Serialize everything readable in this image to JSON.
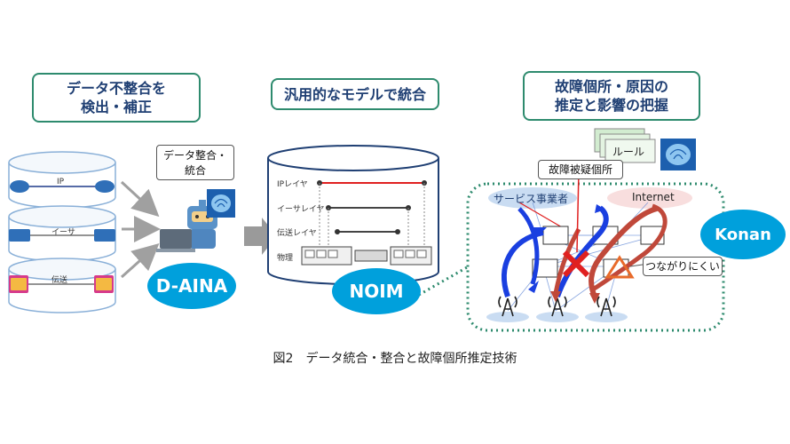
{
  "left": {
    "title_line1": "データ不整合を",
    "title_line2": "検出・補正",
    "layers": [
      "IP",
      "イーサ",
      "伝送"
    ],
    "note_line1": "データ整合・",
    "note_line2": "統合",
    "system_name": "D-AINA"
  },
  "middle": {
    "title": "汎用的なモデルで統合",
    "layer_labels": [
      "IPレイヤ",
      "イーサレイヤ",
      "伝送レイヤ",
      "物理"
    ],
    "system_name": "NOIM"
  },
  "right": {
    "title_line1": "故障個所・原因の",
    "title_line2": "推定と影響の把握",
    "rule_label": "ルール",
    "suspect_label": "故障被疑個所",
    "service_label": "サービス事業者",
    "internet_label": "Internet",
    "hard_to_connect_label": "つながりにくい",
    "system_name": "Konan"
  },
  "caption": "図2　データ統合・整合と故障個所推定技術",
  "colors": {
    "accent_green": "#2e8b6e",
    "title_navy": "#1f3f73",
    "oval_blue": "#00a0dc",
    "fault_red": "#e02020"
  }
}
